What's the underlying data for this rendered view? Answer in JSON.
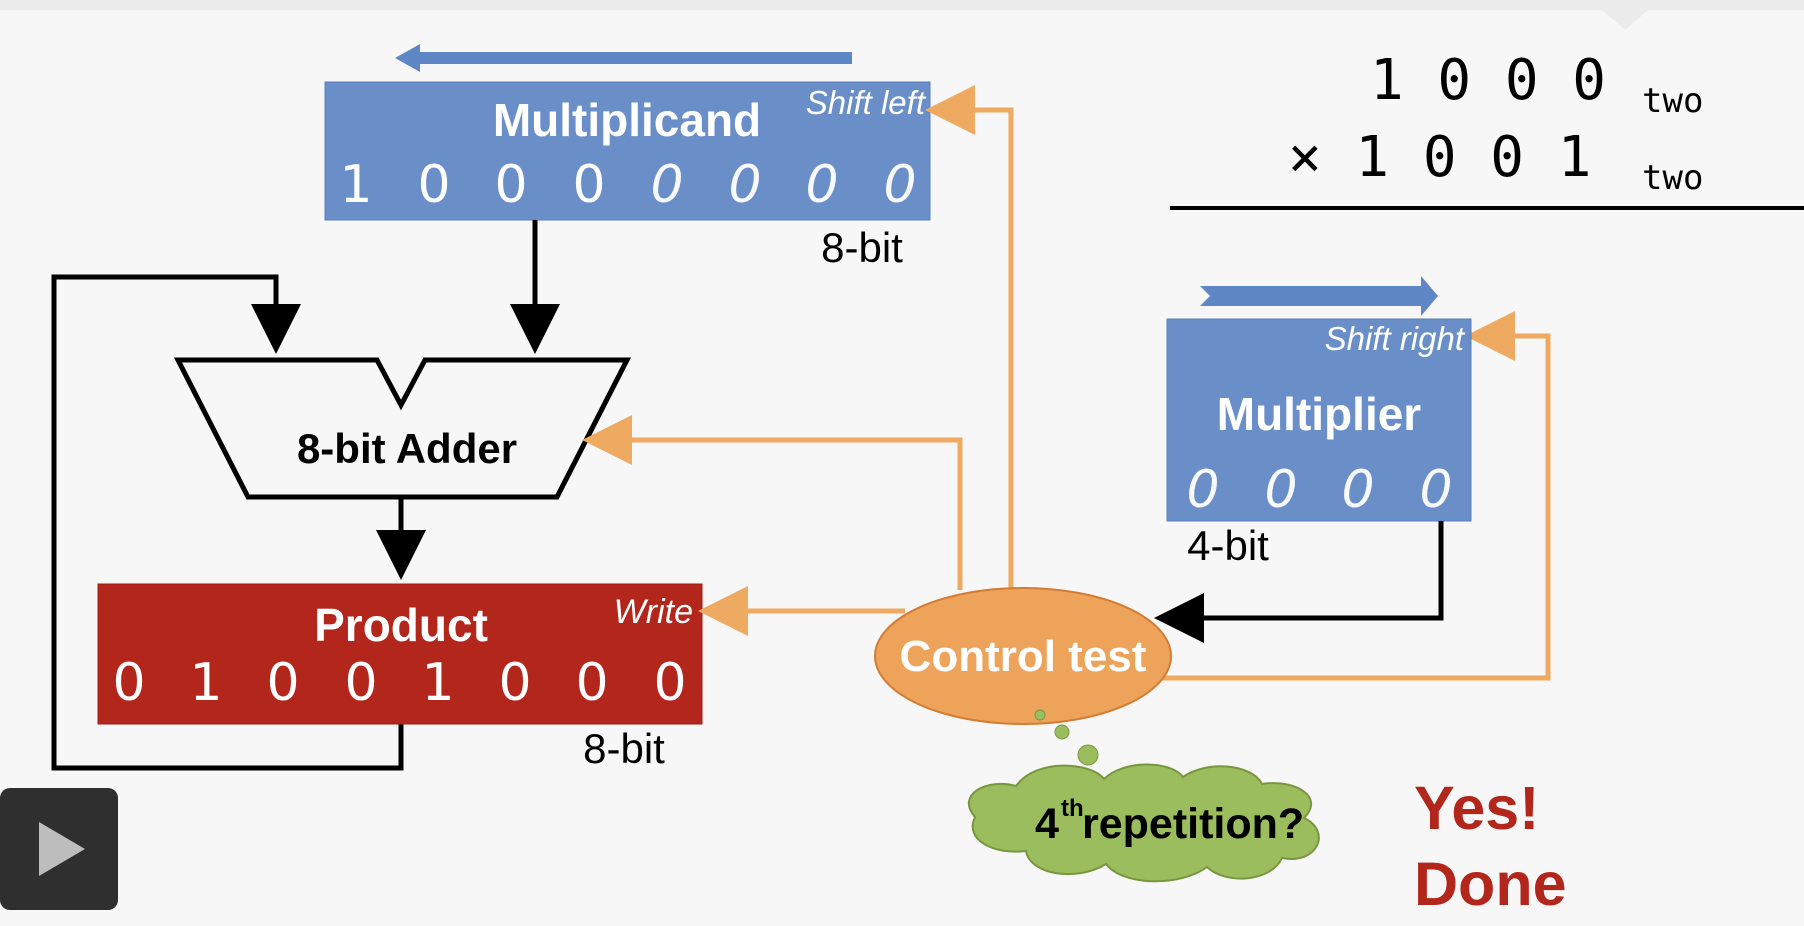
{
  "multiplicand": {
    "title": "Multiplicand",
    "shift_label": "Shift left",
    "size_label": "8-bit",
    "bits": [
      "1",
      "0",
      "0",
      "0",
      "0",
      "0",
      "0",
      "0"
    ]
  },
  "multiplier": {
    "title": "Multiplier",
    "shift_label": "Shift right",
    "size_label": "4-bit",
    "bits": [
      "0",
      "0",
      "0",
      "0"
    ]
  },
  "adder": {
    "label": "8-bit Adder"
  },
  "product": {
    "title": "Product",
    "write_label": "Write",
    "size_label": "8-bit",
    "bits": [
      "0",
      "1",
      "0",
      "0",
      "1",
      "0",
      "0",
      "0"
    ]
  },
  "control": {
    "label": "Control test"
  },
  "thought": {
    "number": "4",
    "superscript": "th",
    "question": " repetition?"
  },
  "result": {
    "line1": "Yes!",
    "line2": "Done"
  },
  "equation": {
    "row1": "1 0 0 0",
    "row2": "× 1 0 0 1",
    "subscript": "two"
  },
  "colors": {
    "register_blue": "#5f87c6",
    "product_red": "#b3261b",
    "control_orange": "#eda35a",
    "thought_green": "#9bbd5d",
    "orange_wire": "#efaa61",
    "done_red": "#b3261b"
  }
}
